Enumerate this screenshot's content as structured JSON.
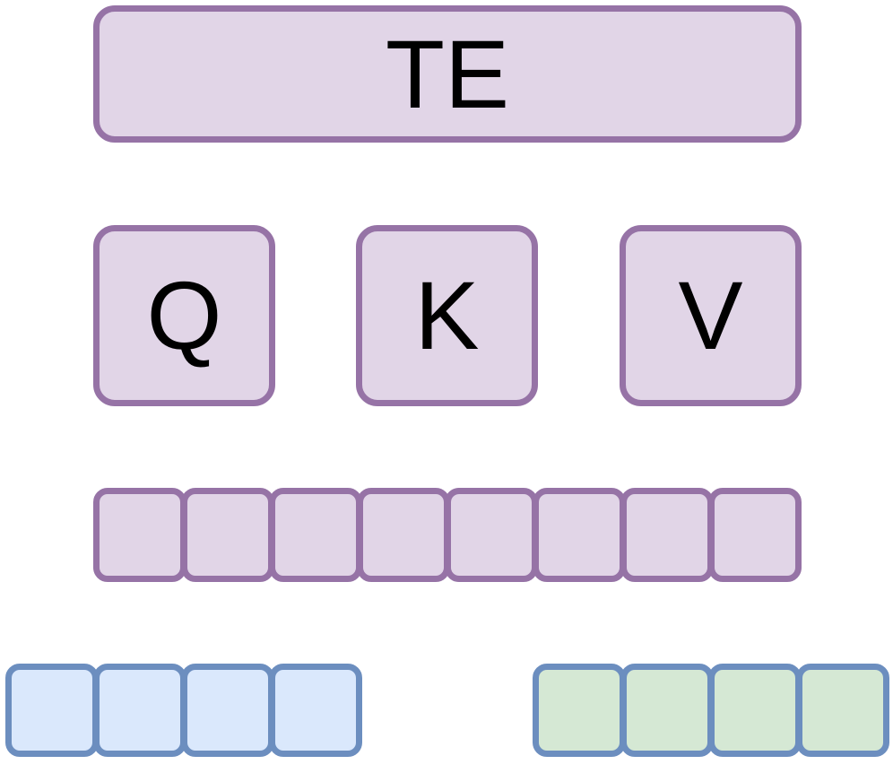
{
  "colors": {
    "purple_fill": "#e1d5e7",
    "purple_stroke": "#9673a6",
    "blue_fill": "#dae8fc",
    "green_fill": "#d5e8d4",
    "blue_stroke": "#6c8ebf"
  },
  "diagram": {
    "te_label": "TE",
    "q_label": "Q",
    "k_label": "K",
    "v_label": "V",
    "token_row_count": 8,
    "left_group_count": 4,
    "right_group_count": 4
  }
}
